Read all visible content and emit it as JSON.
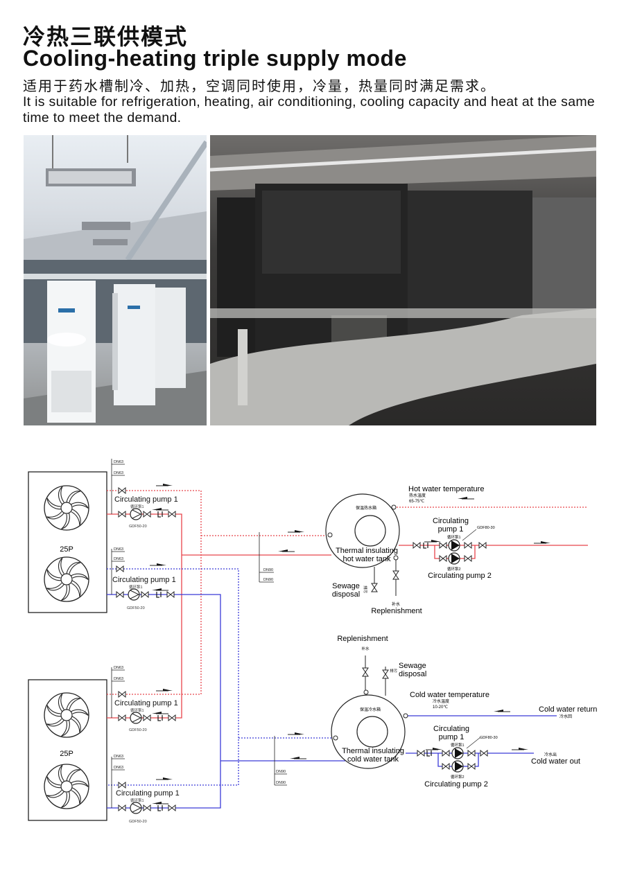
{
  "header": {
    "title_cn": "冷热三联供模式",
    "title_en": "Cooling-heating triple supply mode",
    "desc_cn": "适用于药水槽制冷、加热，空调同时使用，冷量，热量同时满足需求。",
    "desc_en": "It is suitable for refrigeration, heating, air conditioning, cooling capacity and heat at the same time to meet the demand."
  },
  "diagram": {
    "unit_label": "25P",
    "dn63": "DN63",
    "dn90": "DN90",
    "circ_pump_1": "Circulating pump 1",
    "circ_pump_1_cn": "循环泵1",
    "circ_pump_2_cn": "循环泵2",
    "pump_model": "GDF50-20",
    "tank_pump_model": "GDF80-30",
    "hot": {
      "tank_cn": "保温热水箱",
      "tank_en_1": "Thermal insulating",
      "tank_en_2": "hot water tank",
      "temp_en": "Hot water temperature",
      "temp_cn": "热水温度",
      "temp_range": "65-75℃",
      "pump1_l1": "Circulating",
      "pump1_l2": "pump 1",
      "pump2": "Circulating pump 2",
      "sewage_1": "Sewage",
      "sewage_2": "disposal",
      "sewage_cn": "排污",
      "replenish": "Replenishment",
      "replenish_cn": "补水"
    },
    "cold": {
      "tank_cn": "保温冷水箱",
      "tank_en_1": "Thermal insulating",
      "tank_en_2": "cold water tank",
      "temp_en": "Cold water temperature",
      "temp_cn": "冷水温度",
      "temp_range": "10-20℃",
      "return_en": "Cold water return",
      "return_cn": "冷水回",
      "out_en": "Cold water out",
      "out_cn": "冷水出",
      "pump1_l1": "Circulating",
      "pump1_l2": "pump 1",
      "pump2": "Circulating pump 2",
      "sewage_1": "Sewage",
      "sewage_2": "disposal",
      "sewage_cn": "排污",
      "replenish": "Replenishment",
      "replenish_cn": "补水"
    },
    "colors": {
      "hot": "#e8434a",
      "cold": "#3a3ad8"
    }
  }
}
